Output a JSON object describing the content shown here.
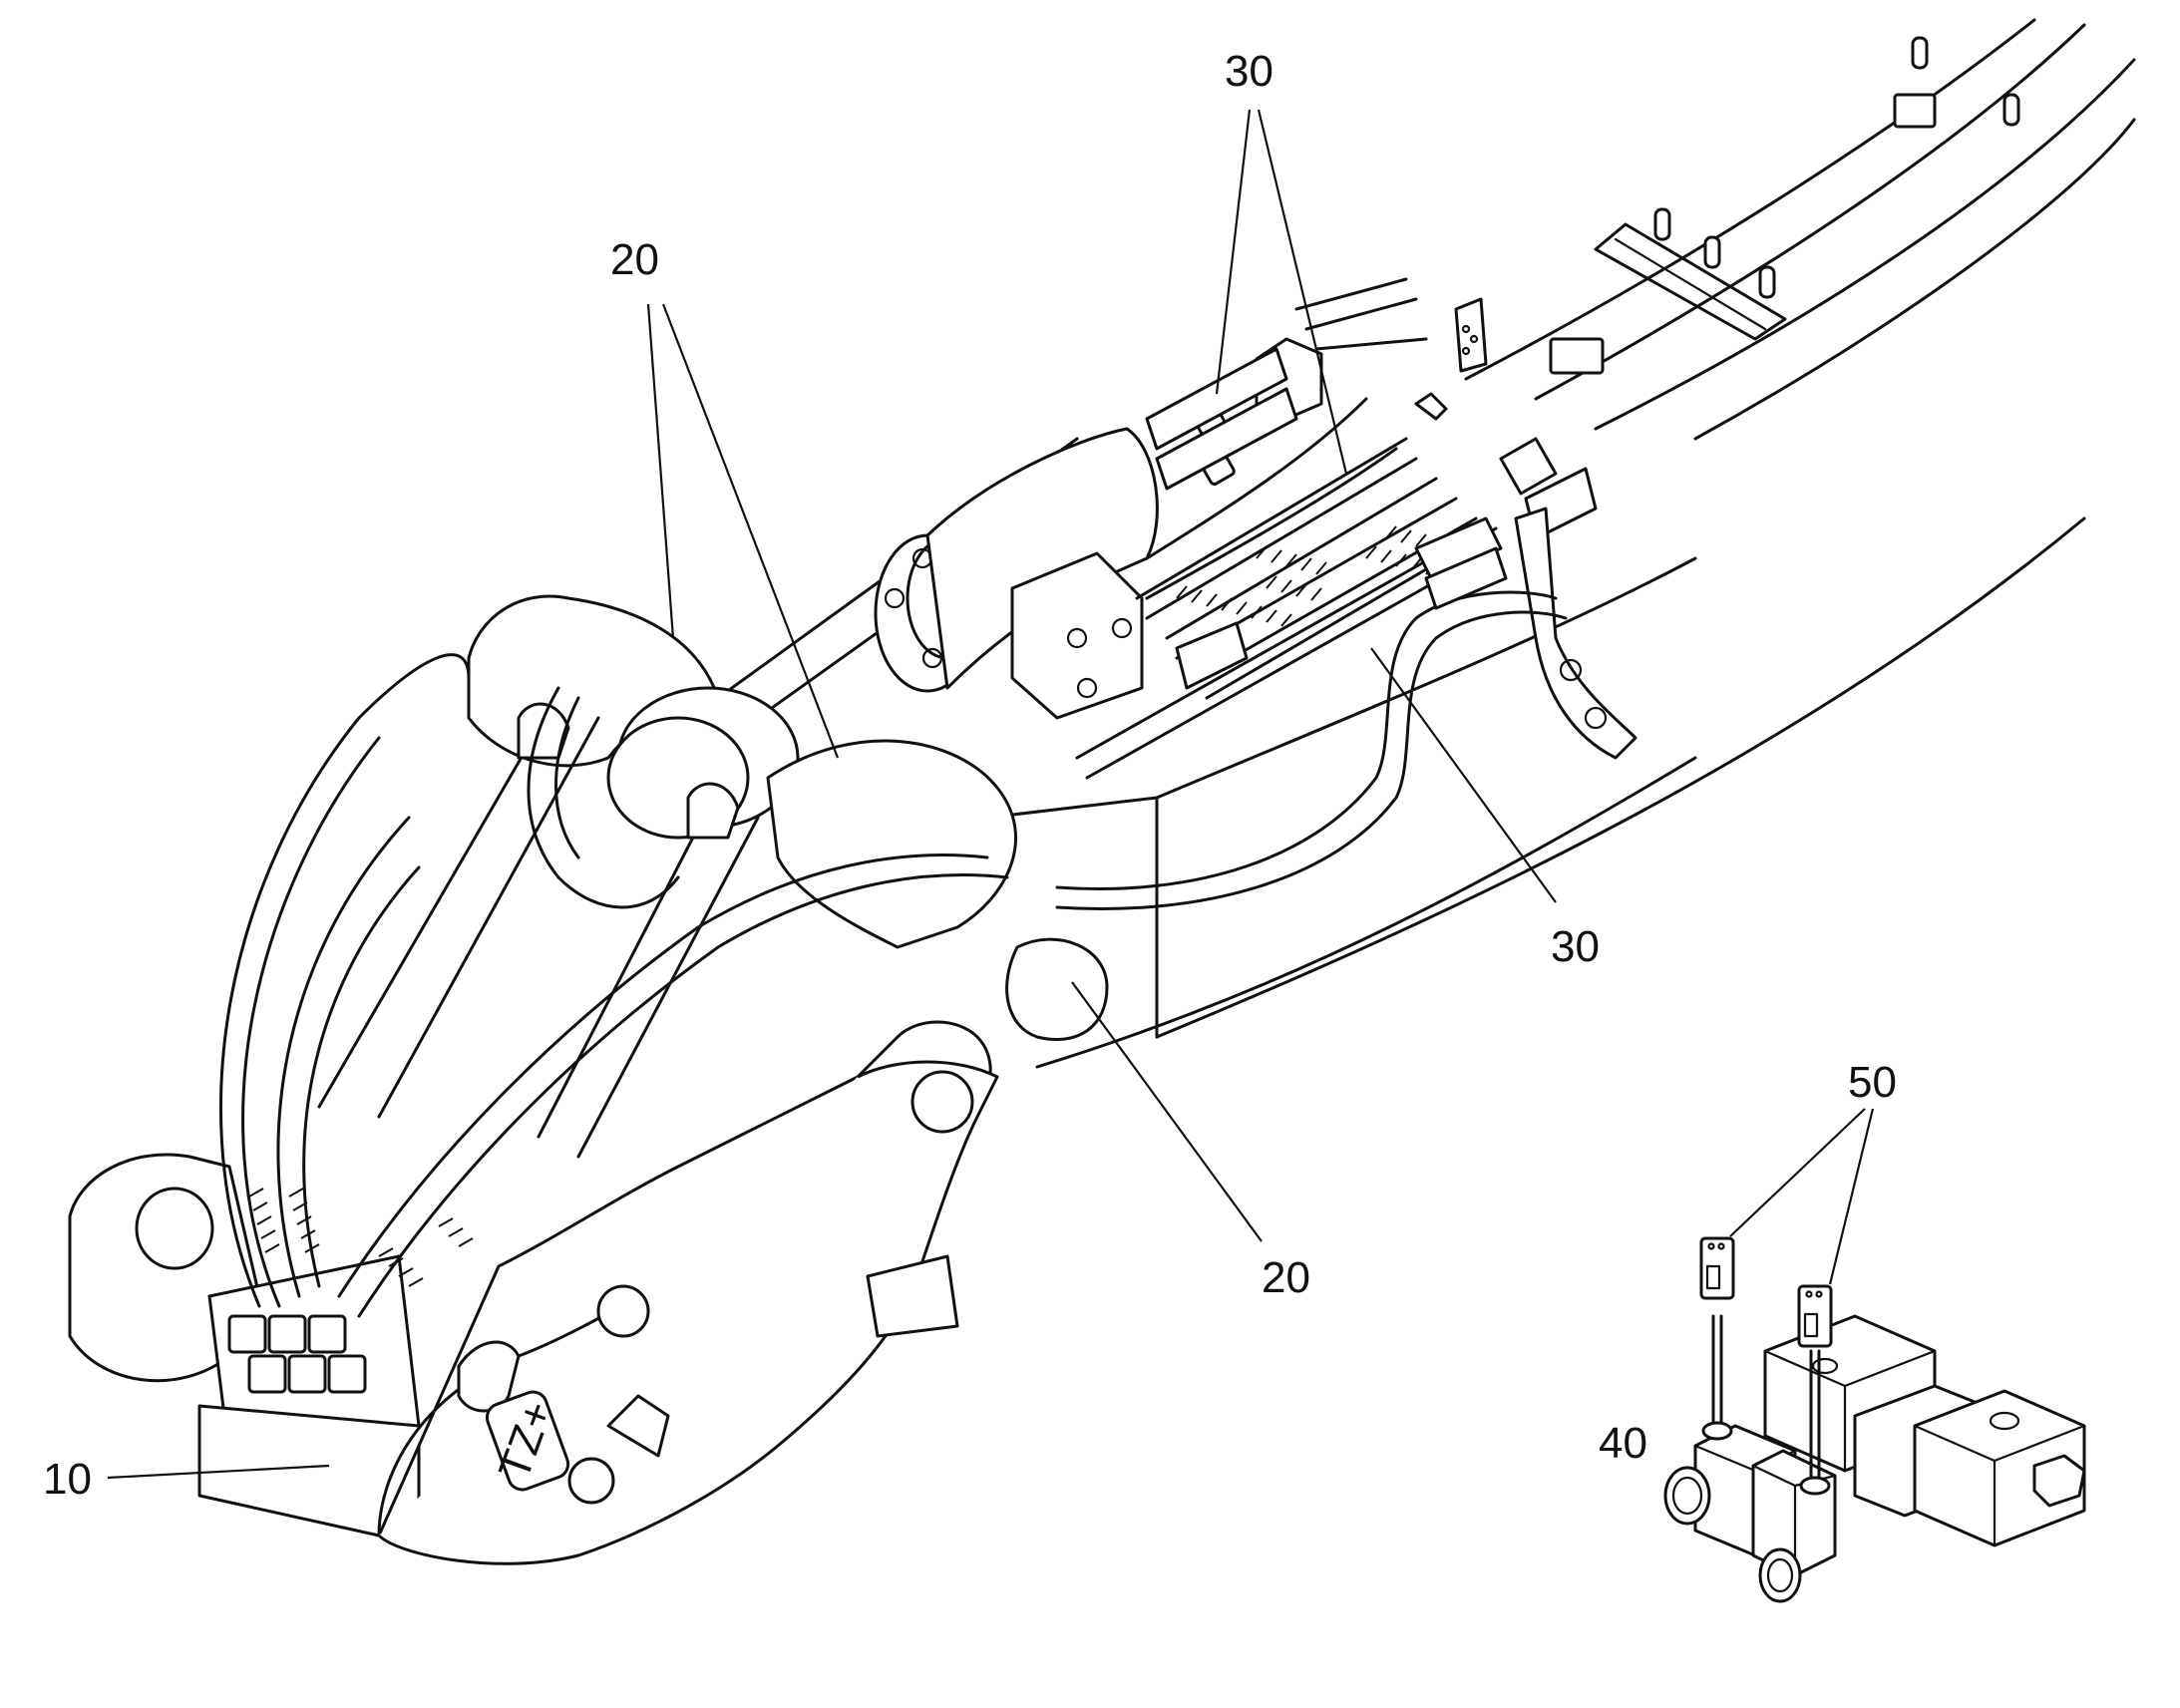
{
  "figure": {
    "background": "#ffffff",
    "line_color": "#111111",
    "reference_numerals": {
      "ref_10": "10",
      "ref_20_top": "20",
      "ref_20_bottom": "20",
      "ref_30_top": "30",
      "ref_30_right": "30",
      "ref_40": "40",
      "ref_50": "50"
    },
    "quick_coupler_marking": "TZ+"
  }
}
